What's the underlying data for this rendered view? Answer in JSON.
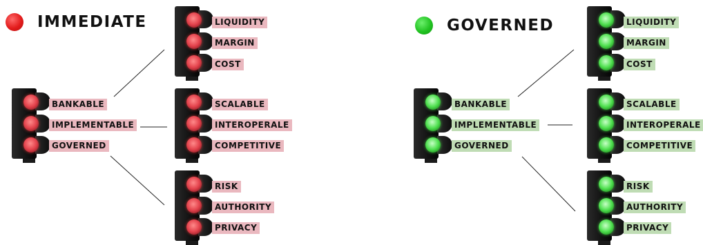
{
  "left": {
    "title": "IMMEDIATE",
    "color": "#e31c1c",
    "label_bg": "#eab8bf",
    "main": [
      "BANKABLE",
      "IMPLEMENTABLE",
      "GOVERNED"
    ],
    "top": [
      "LIQUIDITY",
      "MARGIN",
      "COST"
    ],
    "mid": [
      "SCALABLE",
      "INTEROPERALE",
      "COMPETITIVE"
    ],
    "bottom": [
      "RISK",
      "AUTHORITY",
      "PRIVACY"
    ]
  },
  "right": {
    "title": "GOVERNED",
    "color": "#22c322",
    "label_bg": "#bfdcb4",
    "main": [
      "BANKABLE",
      "IMPLEMENTABLE",
      "GOVERNED"
    ],
    "top": [
      "LIQUIDITY",
      "MARGIN",
      "COST"
    ],
    "mid": [
      "SCALABLE",
      "INTEROPERALE",
      "COMPETITIVE"
    ],
    "bottom": [
      "RISK",
      "AUTHORITY",
      "PRIVACY"
    ]
  },
  "icons": {
    "status_dot": "status-dot-icon",
    "traffic_light": "traffic-light-icon"
  }
}
